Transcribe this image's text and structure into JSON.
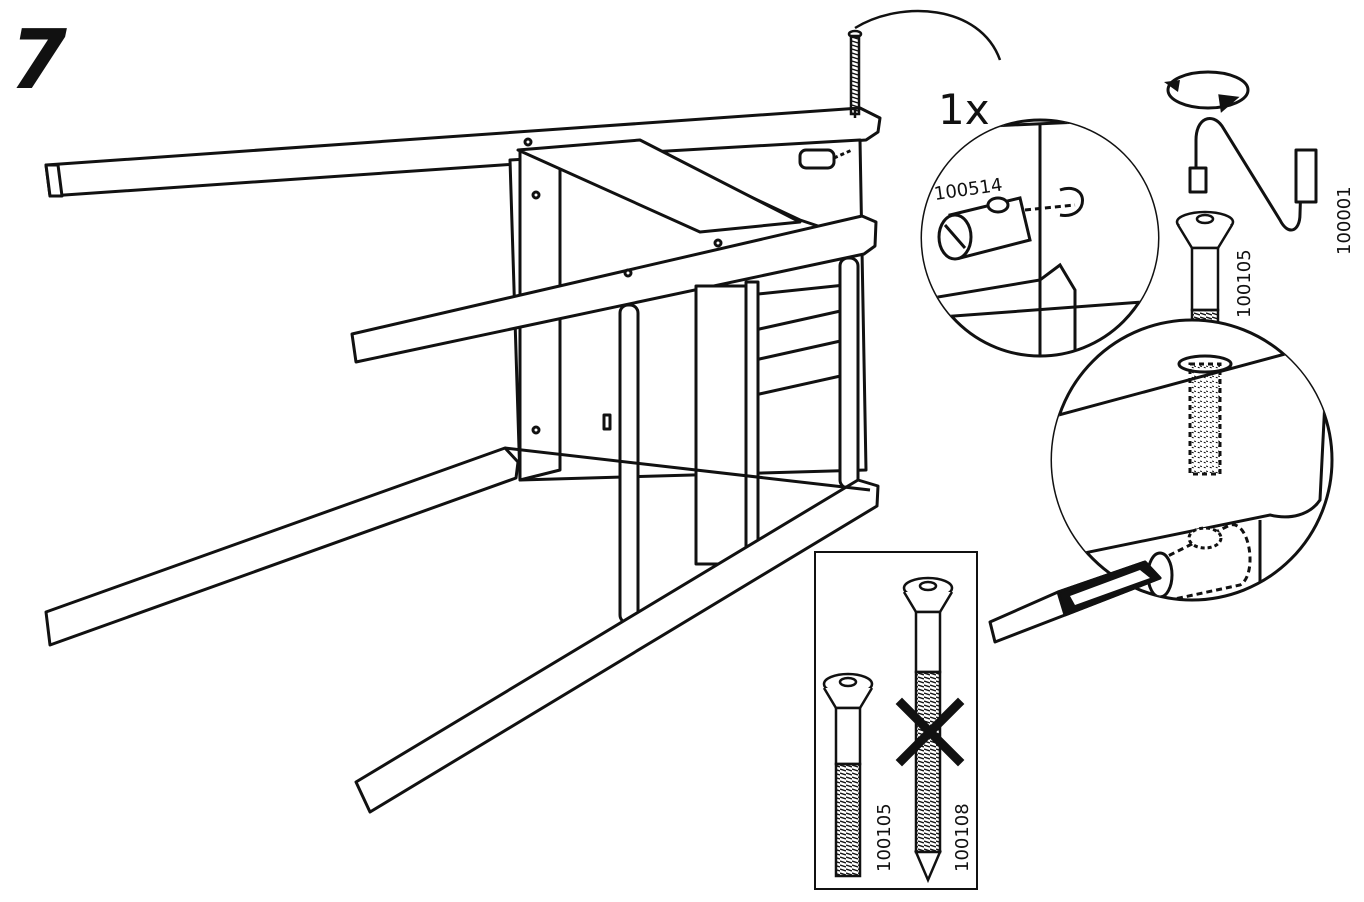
{
  "step": {
    "number": "7"
  },
  "callout_top": {
    "quantity": "1x",
    "part_code": "100514"
  },
  "callout_right": {
    "bolt_code": "100105",
    "wrench_code": "100001"
  },
  "comparison_box": {
    "correct_bolt_code": "100105",
    "wrong_bolt_code": "100108"
  },
  "colors": {
    "line": "#111111",
    "background": "#ffffff"
  },
  "icons": [
    "rotate-arrow-icon",
    "allen-key-icon",
    "screwdriver-icon",
    "cross-mark-icon"
  ]
}
